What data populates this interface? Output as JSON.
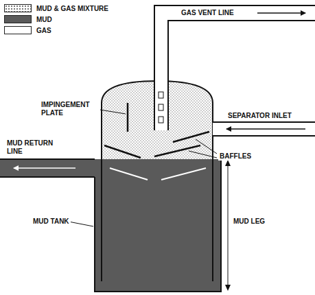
{
  "diagram": {
    "labels": [
      "GAS VENT LINE",
      "IMPINGEMENT PLATE",
      "SEPARATOR INLET",
      "BAFFLES",
      "MUD RETURN LINE",
      "MUD TANK",
      "MUD LEG"
    ],
    "legend": [
      {
        "text": "MUD & GAS MIXTURE"
      },
      {
        "text": "MUD",
        "color": "#5a5a5a"
      },
      {
        "text": "GAS",
        "color": "#ffffff"
      }
    ]
  }
}
